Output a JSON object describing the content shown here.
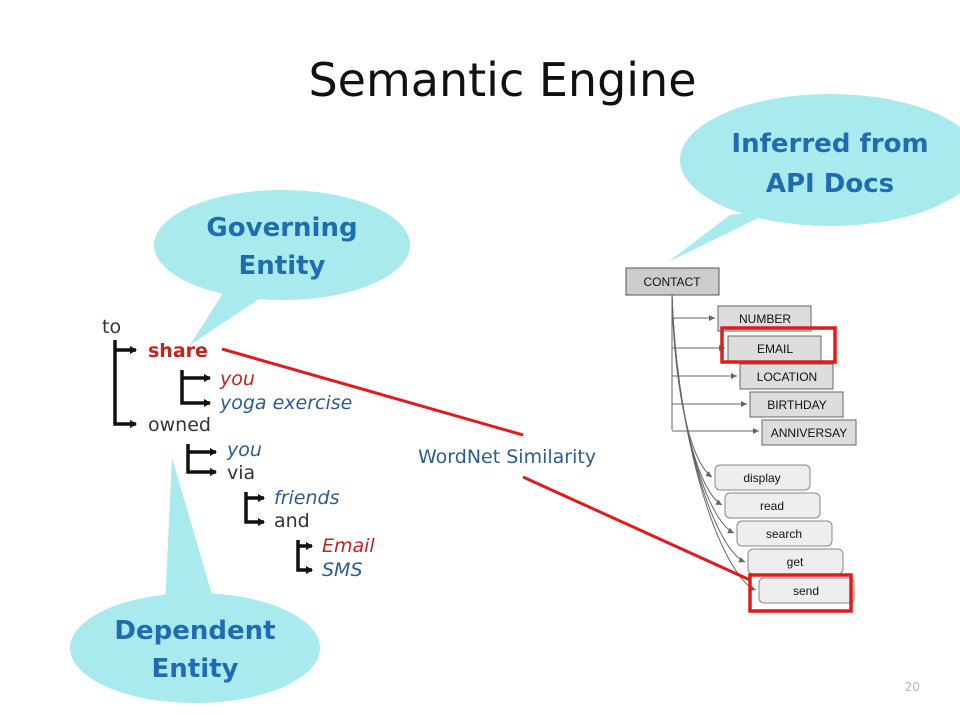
{
  "title": "Semantic Engine",
  "slide_number": "20",
  "colors": {
    "callout_fill": "#a9eaee",
    "callout_text": "#1f6db0",
    "arrow": "#111111",
    "link_line": "#e01b1b",
    "highlight_box": "#e01b1b",
    "word_dark": "#333333",
    "word_red": "#c0241c",
    "word_blue": "#2e5c8c",
    "node_dark_fill": "#cccccc",
    "node_fill": "#dddddd"
  },
  "callouts": {
    "governing": {
      "line1": "Governing",
      "line2": "Entity"
    },
    "dependent": {
      "line1": "Dependent",
      "line2": "Entity"
    },
    "inferred": {
      "line1": "Inferred from",
      "line2": "API Docs"
    }
  },
  "parse_tree": [
    {
      "text": "to",
      "style": "plain"
    },
    {
      "text": "share",
      "style": "highlight"
    },
    {
      "text": "you",
      "style": "italic-red"
    },
    {
      "text": "yoga exercise",
      "style": "italic-blue"
    },
    {
      "text": "owned",
      "style": "plain"
    },
    {
      "text": "you",
      "style": "italic-blue"
    },
    {
      "text": "via",
      "style": "plain"
    },
    {
      "text": "friends",
      "style": "italic-blue"
    },
    {
      "text": "and",
      "style": "plain"
    },
    {
      "text": "Email",
      "style": "italic-red"
    },
    {
      "text": "SMS",
      "style": "italic-blue"
    }
  ],
  "similarity_label": "WordNet Similarity",
  "api_tree": {
    "root": "CONTACT",
    "fields": [
      "NUMBER",
      "EMAIL",
      "LOCATION",
      "BIRTHDAY",
      "ANNIVERSAY"
    ],
    "actions": [
      "display",
      "read",
      "search",
      "get",
      "send"
    ]
  },
  "highlighted": [
    "EMAIL",
    "send"
  ]
}
